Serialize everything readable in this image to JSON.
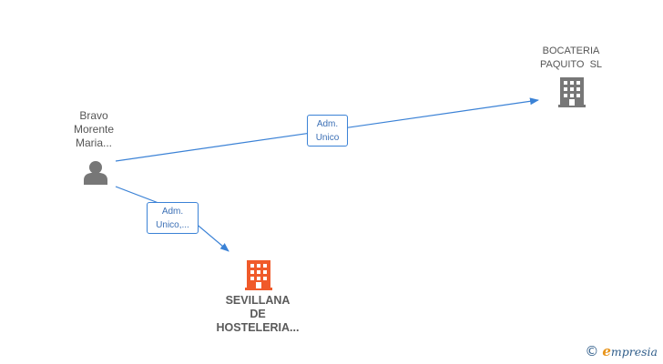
{
  "nodes": {
    "person": {
      "lines": [
        "Bravo",
        "Morente",
        "Maria..."
      ],
      "icon": "person-icon",
      "color": "#777777"
    },
    "company1": {
      "lines": [
        "BOCATERIA",
        "PAQUITO  SL"
      ],
      "icon": "building-icon",
      "color": "#777777"
    },
    "company2": {
      "lines": [
        "SEVILLANA",
        "DE",
        "HOSTELERIA..."
      ],
      "icon": "building-icon",
      "color": "#f05a2a"
    }
  },
  "edges": {
    "edge1": {
      "lines": [
        "Adm.",
        "Unico"
      ]
    },
    "edge2": {
      "lines": [
        "Adm.",
        "Unico,..."
      ]
    }
  },
  "colors": {
    "edge": "#3b82d6",
    "label_text": "#555555",
    "highlight": "#f05a2a"
  },
  "watermark": {
    "copyright": "©",
    "brand_initial": "e",
    "brand_rest": "mpresia"
  }
}
